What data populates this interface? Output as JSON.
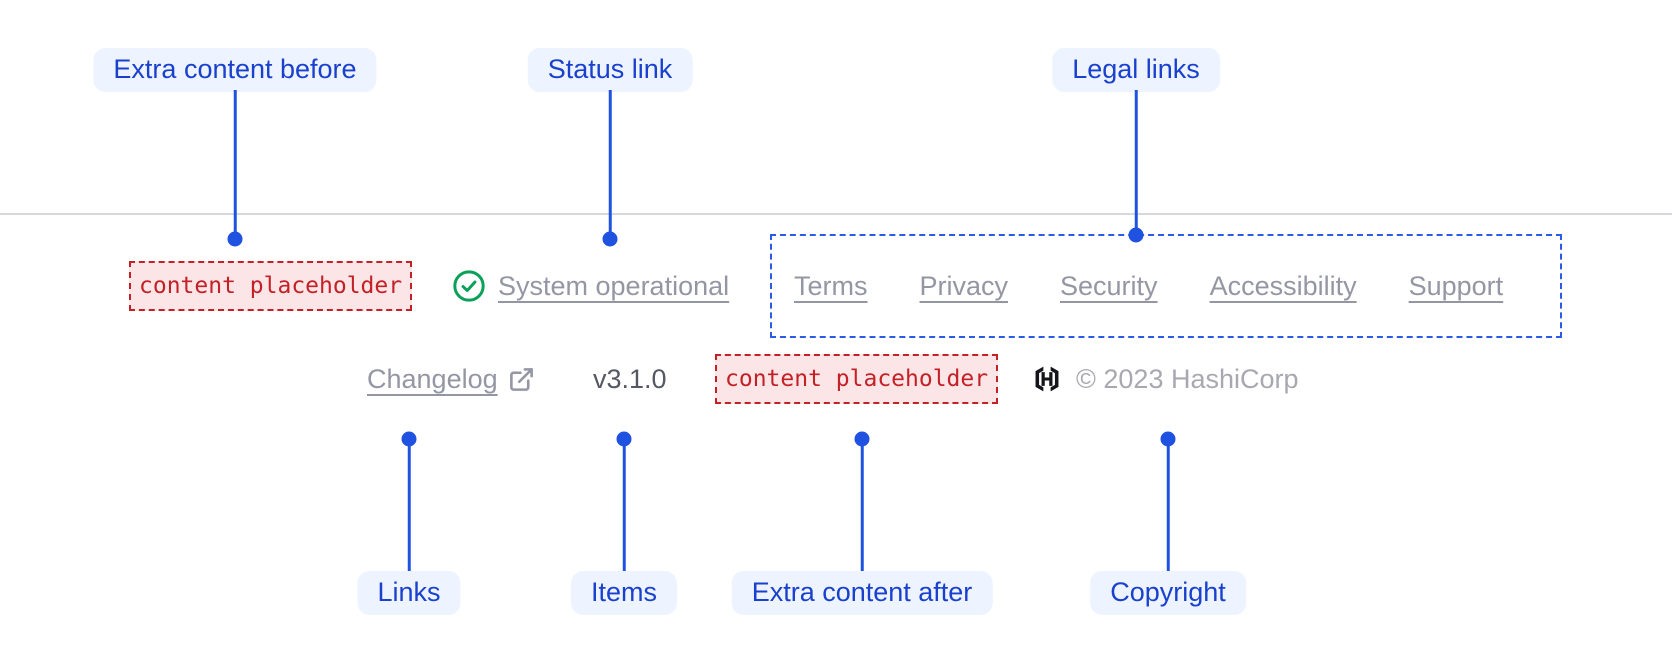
{
  "annotations": {
    "top": [
      {
        "label": "Extra content before"
      },
      {
        "label": "Status link"
      },
      {
        "label": "Legal links"
      }
    ],
    "bottom": [
      {
        "label": "Links"
      },
      {
        "label": "Items"
      },
      {
        "label": "Extra content after"
      },
      {
        "label": "Copyright"
      }
    ]
  },
  "footer": {
    "extra_content_before": "content placeholder",
    "status": {
      "label": "System operational",
      "icon": "check-circle-icon"
    },
    "legal_links": [
      "Terms",
      "Privacy",
      "Security",
      "Accessibility",
      "Support"
    ],
    "links": [
      {
        "label": "Changelog",
        "icon": "external-link-icon"
      }
    ],
    "items": [
      "v3.1.0"
    ],
    "extra_content_after": "content placeholder",
    "copyright": {
      "logo": "hashicorp-logo",
      "text": "© 2023 HashiCorp"
    }
  },
  "colors": {
    "annotation_blue": "#1f52e0",
    "annotation_pill_bg": "#edf3ff",
    "annotation_pill_text": "#1a41ce",
    "placeholder_red": "#c42127",
    "placeholder_bg": "#fbe5e6",
    "legal_dashed_border": "#2a5be8",
    "faint_link_gray": "#9496a3",
    "status_green": "#09a057",
    "divider_gray": "#d7d8de",
    "logo_black": "#14141a"
  }
}
